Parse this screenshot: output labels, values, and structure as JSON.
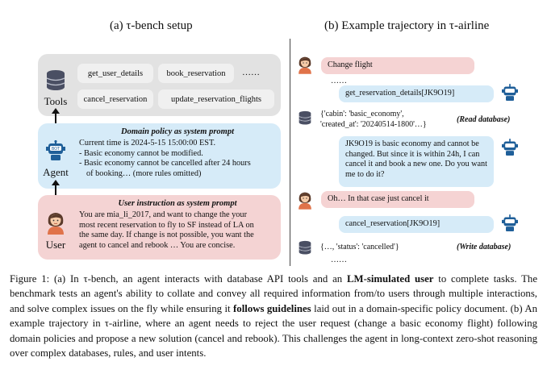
{
  "left": {
    "title": "(a) τ-bench setup",
    "tools_label": "Tools",
    "agent_label": "Agent",
    "user_label": "User",
    "tools": [
      "get_user_details",
      "book_reservation",
      "……",
      "cancel_reservation",
      "update_reservation_flights"
    ],
    "policy_title": "Domain policy as system prompt",
    "policy_lines": [
      "Current time is 2024-5-15 15:00:00 EST.",
      "- Basic economy cannot be modified.",
      "- Basic economy cannot be cancelled after 24 hours",
      "  of booking… (more rules omitted)"
    ],
    "user_title": "User instruction as system prompt",
    "user_lines": [
      "You are mia_li_2017, and want to change the your",
      "most recent reservation to fly to SF instead of LA on",
      "the same day. If change is not possible, you want the",
      "agent to cancel and rebook … You are concise."
    ]
  },
  "right": {
    "title": "(b) Example trajectory in τ-airline",
    "msg1": "Change flight",
    "dots1": "……",
    "msg2": "get_reservation_details[JK9O19]",
    "db1_line1": "{'cabin': 'basic_economy',",
    "db1_line2": "'created_at': '20240514-1800'…}",
    "db1_tag": "(Read database)",
    "msg3": "JK9O19 is basic economy and cannot be changed. But since it is within 24h, I can cancel it and book a new one. Do you want me to do it?",
    "msg4": "Oh… In that case just cancel it",
    "msg5": "cancel_reservation[JK9O19]",
    "db2_line": "{…, 'status': 'cancelled'}",
    "db2_tag": "(Write database)",
    "dots2": "……"
  },
  "caption": {
    "p1": "Figure 1: (a) In τ-bench, an agent interacts with database API tools and an ",
    "b1": "LM-simulated user",
    "p2": " to complete tasks. The benchmark tests an agent's ability to collate and convey all required information from/to users through multiple interactions, and solve complex issues on the fly while ensuring it ",
    "b2": "follows guidelines",
    "p3": " laid out in a domain-specific policy document. (b) An example trajectory in τ-airline, where an agent needs to reject the user request (change a basic economy flight) following domain policies and propose a new solution (cancel and rebook). This challenges the agent in long-context zero-shot reasoning over complex databases, rules, and user intents."
  },
  "colors": {
    "tools_panel": "#e2e2e2",
    "agent_panel": "#d6ebf8",
    "user_panel": "#f4d3d3",
    "db_icon": "#4a4f63",
    "robot_icon": "#1f5f99",
    "user_icon": "#f0a57a"
  },
  "icons": [
    "database-icon",
    "robot-icon",
    "user-avatar-icon",
    "double-arrow-icon"
  ]
}
